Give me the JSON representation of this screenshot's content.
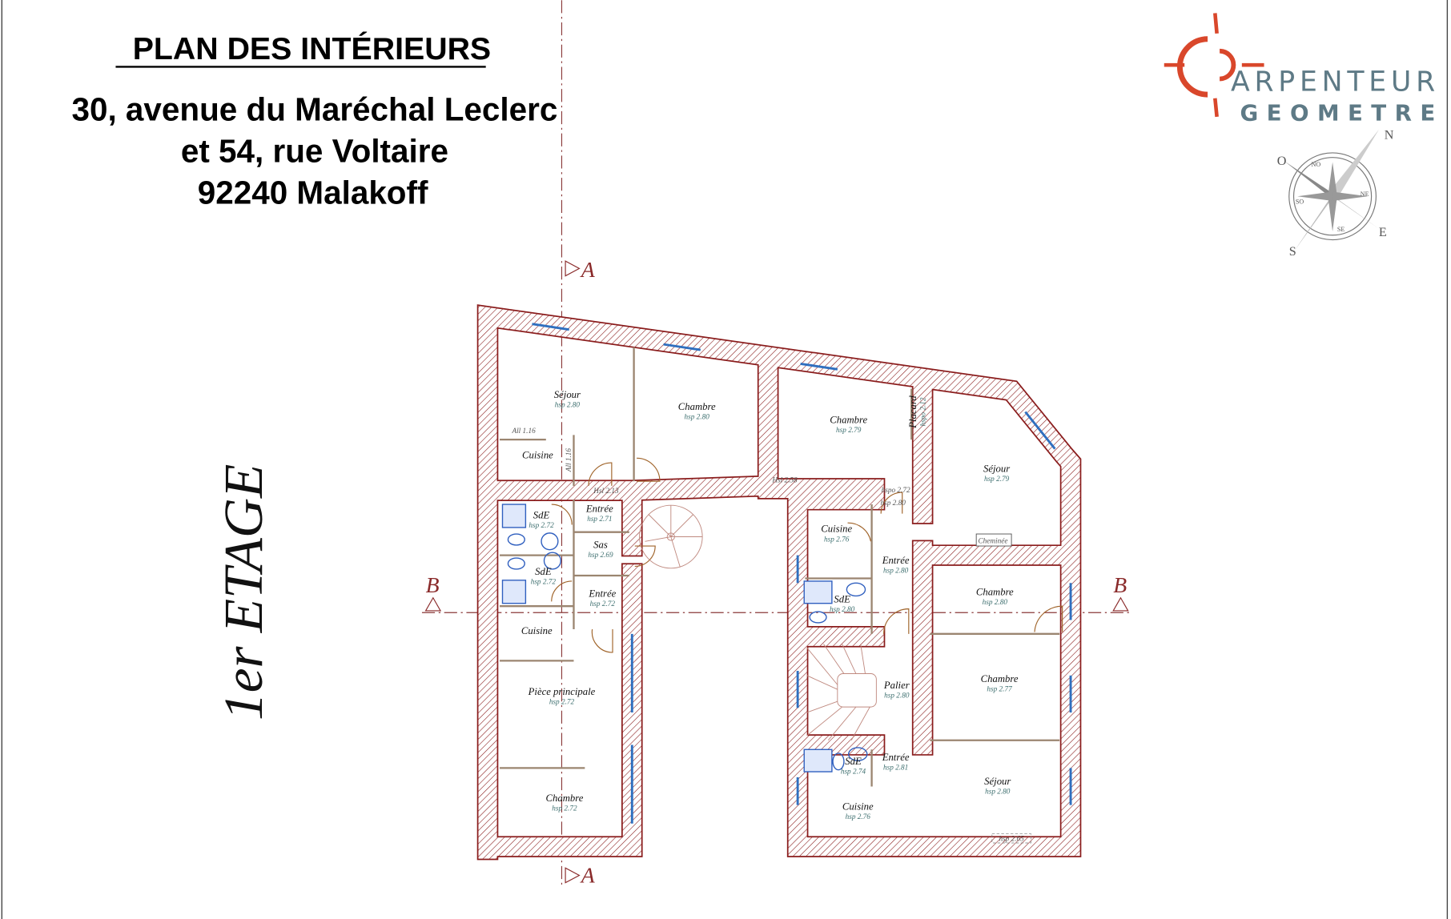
{
  "header": {
    "title": "PLAN DES INTÉRIEURS",
    "address_line1": "30, avenue du Maréchal Leclerc",
    "address_line2": "et 54, rue Voltaire",
    "address_line3": "92240 Malakoff"
  },
  "floor_label": "1er ETAGE",
  "logo": {
    "line1": "ARPENTEUR",
    "line2": "GEOMETRE",
    "accent_color": "#d9472b",
    "text_color": "#5e7a86"
  },
  "compass": {
    "n": "N",
    "e": "E",
    "s": "S",
    "o": "O",
    "no": "NO",
    "ne": "NE",
    "se": "SE",
    "so": "SO"
  },
  "section_marks": {
    "a": "A",
    "b": "B"
  },
  "colors": {
    "wall": "#8a1c1c",
    "window": "#2f6fbf",
    "hsp": "#3c6e6e"
  },
  "rooms": [
    {
      "name": "Séjour",
      "hsp": "hsp 2.80"
    },
    {
      "name": "Cuisine",
      "hsp": ""
    },
    {
      "name": "Chambre",
      "hsp": "hsp 2.80"
    },
    {
      "name": "Chambre",
      "hsp": "hsp 2.79"
    },
    {
      "name": "Placard",
      "hsp": "hspo 2.12"
    },
    {
      "name": "Séjour",
      "hsp": "hsp 2.79"
    },
    {
      "name": "SdE",
      "hsp": "hsp 2.72"
    },
    {
      "name": "Entrée",
      "hsp": "hsp 2.71"
    },
    {
      "name": "Sas",
      "hsp": "hsp 2.69"
    },
    {
      "name": "SdE",
      "hsp": "hsp 2.72"
    },
    {
      "name": "Entrée",
      "hsp": "hsp 2.72"
    },
    {
      "name": "Cuisine",
      "hsp": ""
    },
    {
      "name": "Pièce principale",
      "hsp": "hsp 2.72"
    },
    {
      "name": "Chambre",
      "hsp": "hsp 2.72"
    },
    {
      "name": "Cuisine",
      "hsp": "hsp 2.76"
    },
    {
      "name": "Entrée",
      "hsp": "hsp 2.80"
    },
    {
      "name": "SdE",
      "hsp": "hsp 2.80"
    },
    {
      "name": "Chambre",
      "hsp": "hsp 2.80"
    },
    {
      "name": "Palier",
      "hsp": "hsp 2.80"
    },
    {
      "name": "Chambre",
      "hsp": "hsp 2.77"
    },
    {
      "name": "SdE",
      "hsp": "hsp 2.74"
    },
    {
      "name": "Entrée",
      "hsp": "hsp 2.81"
    },
    {
      "name": "Séjour",
      "hsp": "hsp 2.80"
    },
    {
      "name": "Cuisine",
      "hsp": "hsp 2.76"
    }
  ],
  "annotations": [
    "All 1.16",
    "All 1.16",
    "Hsl 2.13",
    "Hsl 2.58",
    "hspo 2.72",
    "hsp 2.80",
    "Cheminée",
    "hsp 2.65"
  ]
}
